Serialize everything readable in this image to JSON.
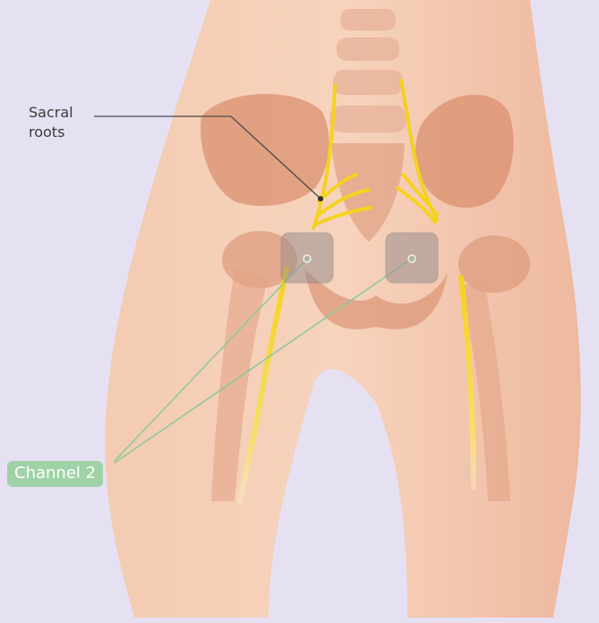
{
  "labels": {
    "sacral_roots_line1": "Sacral",
    "sacral_roots_line2": "roots",
    "channel": "Channel 2"
  },
  "colors": {
    "background": "#e6e1f2",
    "skin": "#f2c7ad",
    "bone": "#d9906f",
    "nerve": "#f5d21e",
    "electrode": "#9a8f8e",
    "lead_wire": "#8ec99a",
    "badge": "#9fd2a6",
    "callout_line": "#4a4a4a"
  },
  "icons": {
    "electrode_left": "electrode-pad-icon",
    "electrode_right": "electrode-pad-icon"
  }
}
